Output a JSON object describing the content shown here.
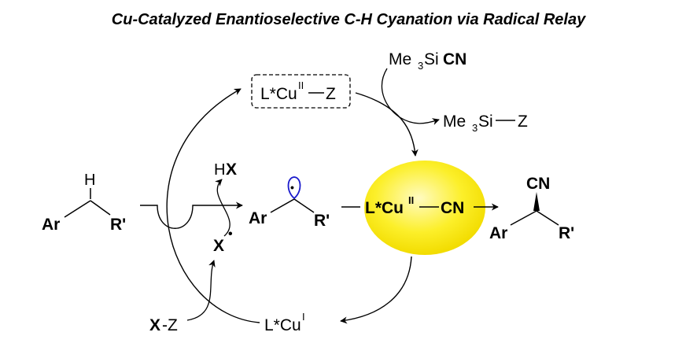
{
  "title": "Cu-Catalyzed Enantioselective C-H Cyanation via Radical Relay",
  "colors": {
    "red": "#ff0000",
    "blue": "#1a1acc",
    "black": "#000000",
    "glow_center": "#fffbc2",
    "glow_edge": "#f2dc00"
  },
  "labels": {
    "cu2z_prefix": "L*Cu",
    "cu2z_ox": "II",
    "cu2z_suffix": "Z",
    "tms_prefix": "Me",
    "tms_sub": "3",
    "tms_si": "Si",
    "tms_cn": "CN",
    "tmsz_prefix": "Me",
    "tmsz_sub": "3",
    "tmsz_si": "Si",
    "tmsz_z": "Z",
    "substrate_h": "H",
    "ar": "Ar",
    "r_prime": "R'",
    "hx_h": "H",
    "hx_x": "X",
    "x_radical": "X",
    "radical_dot": "•",
    "cu2cn_prefix": "L*Cu",
    "cu2cn_ox": "II",
    "cu2cn_cn": "CN",
    "product_cn": "CN",
    "xz_x": "X",
    "xz_z": "-Z",
    "cu1_prefix": "L*Cu",
    "cu1_ox": "I"
  }
}
